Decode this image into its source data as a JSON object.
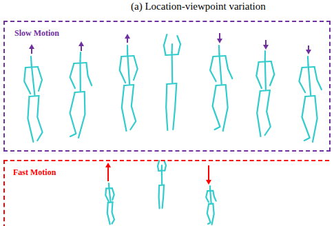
{
  "diagram": {
    "title": "(a) Location-viewpoint variation",
    "nodes": [
      {
        "text": [
          "Slow Motion"
        ]
      },
      {
        "text": [
          "Fast Motion"
        ]
      }
    ]
  }
}
